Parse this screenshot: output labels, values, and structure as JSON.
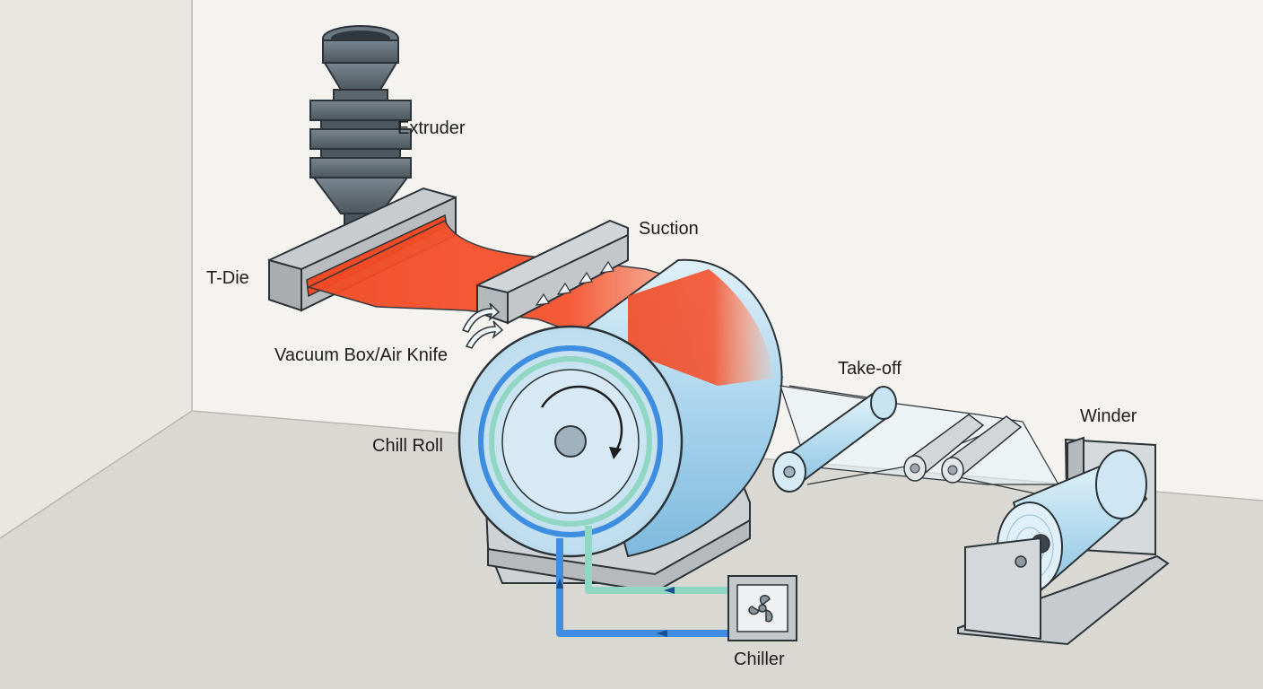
{
  "diagram": {
    "labels": {
      "extruder": "Extruder",
      "suction": "Suction",
      "t_die": "T-Die",
      "vacuum_box_air_knife": "Vacuum Box/Air Knife",
      "take_off": "Take-off",
      "winder": "Winder",
      "chill_roll": "Chill Roll",
      "chiller": "Chiller"
    },
    "colors": {
      "melt_film": "#f5532e",
      "cold_coolant": "#3f8de0",
      "return_coolant": "#8fd6c3",
      "machine_gray": "#5f6b74",
      "chill_roll_blue": "#a8d4ec"
    }
  }
}
